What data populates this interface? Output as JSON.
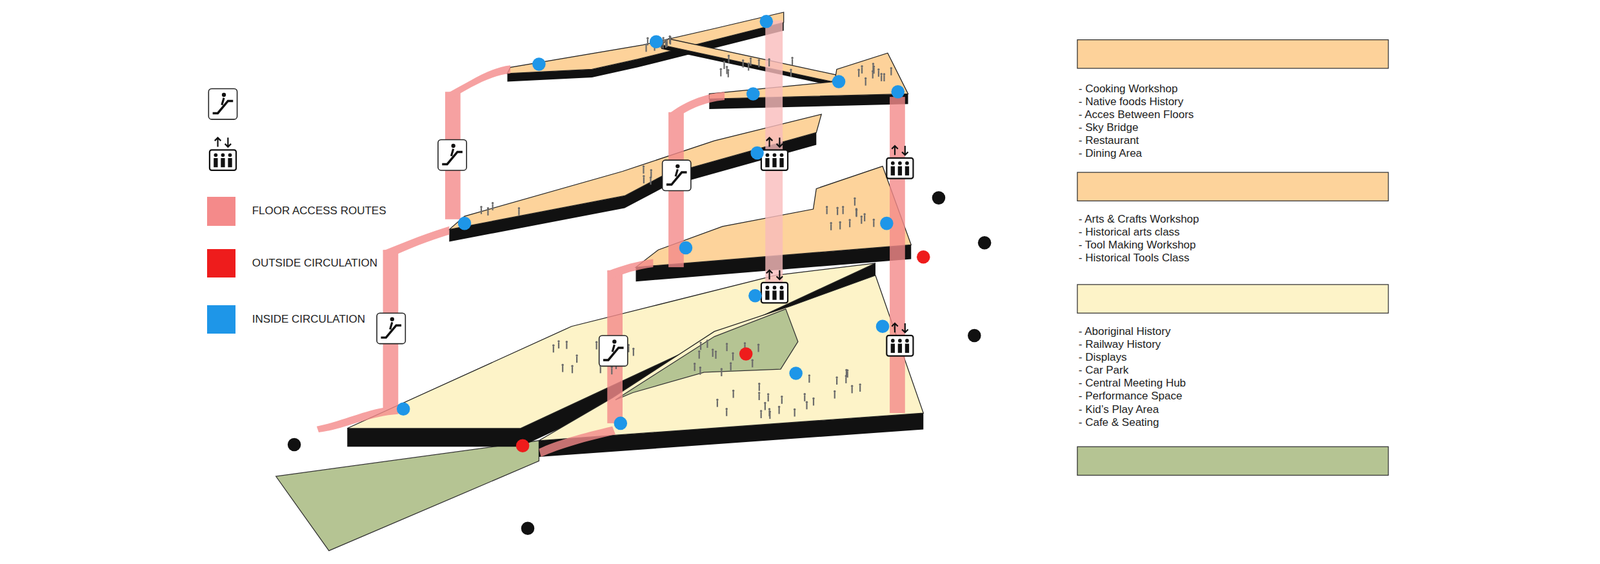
{
  "diagram": {
    "labels": [
      "- Cooking Workshop",
      "- Native foods History",
      "- Acces Between Floors",
      "- Sky Bridge",
      "- Restaurant",
      "- Dining Area",
      "- Arts & Crafts Workshop",
      "- Historical arts class",
      "- Tool Making Workshop",
      "- Historical Tools Class",
      "- Aboriginal History",
      "- Railway History",
      "- Displays",
      "- Car Park",
      "- Central Meeting Hub",
      "- Performance Space",
      "- Kid’s Play Area",
      "- Cafe & Seating"
    ],
    "legend": [
      {
        "text": "FLOOR ACCESS ROUTES",
        "color": "#f48a8a"
      },
      {
        "text": "OUTSIDE CIRCULATION",
        "color": "#ee1c1c"
      },
      {
        "text": "INSIDE CIRCULATION",
        "color": "#1e96e8"
      }
    ]
  }
}
